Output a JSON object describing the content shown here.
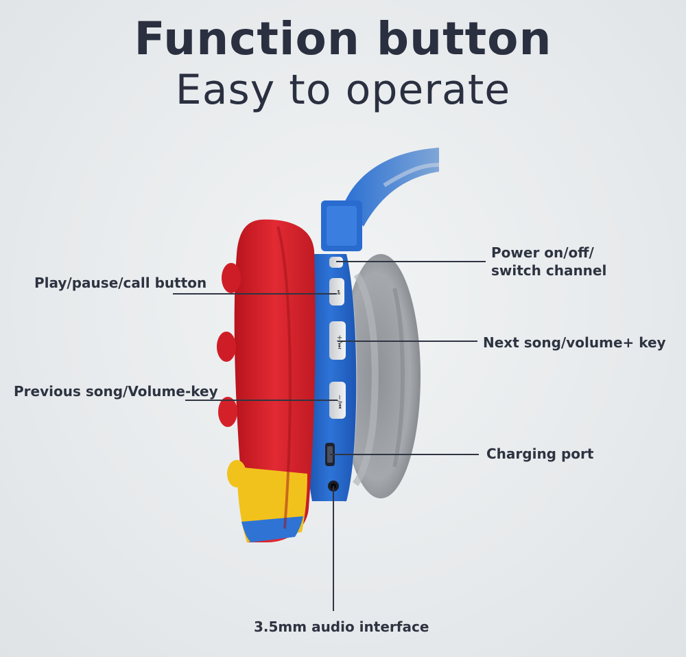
{
  "header": {
    "title": "Function button",
    "subtitle": "Easy to operate"
  },
  "callouts": {
    "power": {
      "line1": "Power on/off/",
      "line2": "switch channel"
    },
    "play_pause": "Play/pause/call button",
    "next": "Next song/volume+ key",
    "previous": "Previous song/Volume-key",
    "charging": "Charging port",
    "audio": "3.5mm audio interface"
  },
  "colors": {
    "background": "#e9ecee",
    "earcup_red": "#d8202a",
    "housing_blue": "#2466c9",
    "cushion_gray": "#9a9ea3",
    "accent_yellow": "#f2c21c",
    "text": "#2d3340"
  }
}
